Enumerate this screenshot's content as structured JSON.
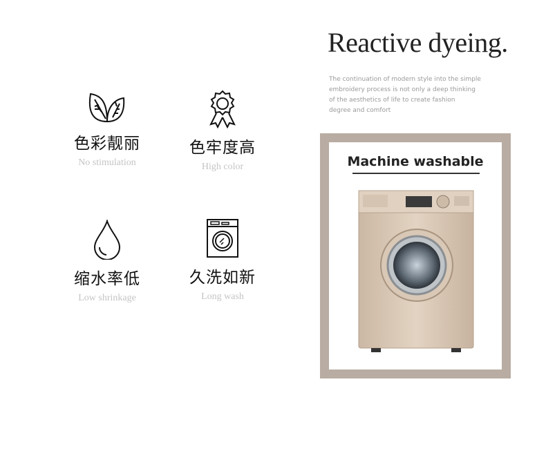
{
  "header": {
    "title": "Reactive dyeing.",
    "description": [
      "The continuation of modern style into the simple",
      "embroidery process is not only a deep thinking",
      "of the aesthetics of life to create fashion",
      "degree and comfort"
    ]
  },
  "features": [
    {
      "icon": "leaves-icon",
      "cn": "色彩靓丽",
      "en": "No stimulation"
    },
    {
      "icon": "award-rosette-icon",
      "cn": "色牢度高",
      "en": "High color"
    },
    {
      "icon": "water-drop-icon",
      "cn": "缩水率低",
      "en": "Low shrinkage"
    },
    {
      "icon": "washing-machine-icon",
      "cn": "久洗如新",
      "en": "Long wash"
    }
  ],
  "panel": {
    "label": "Machine washable"
  },
  "colors": {
    "frame": "#b9aca2",
    "machine": "#d8c6b3"
  }
}
